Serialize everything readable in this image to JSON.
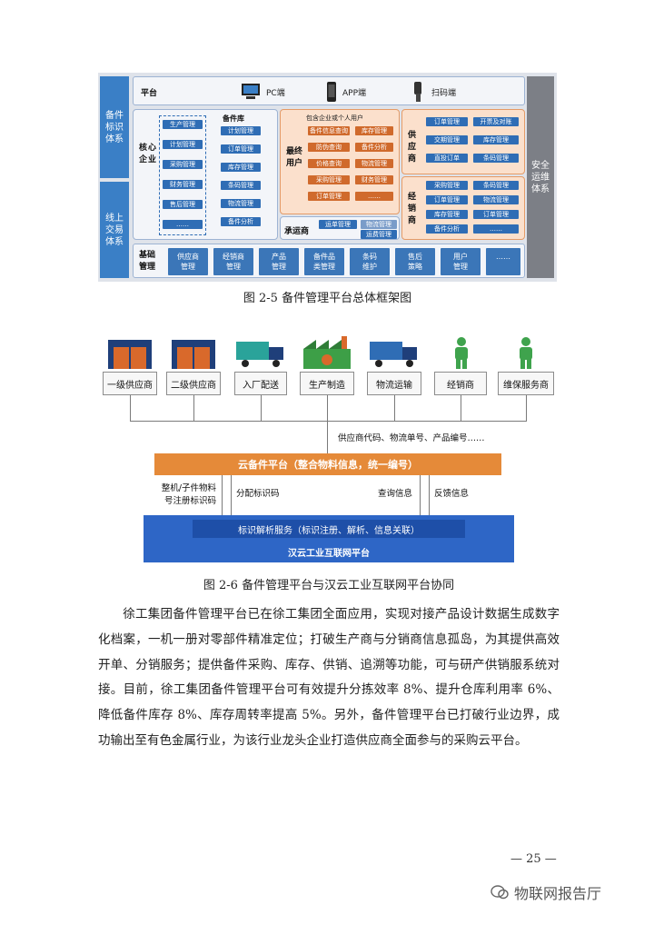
{
  "figure1": {
    "left_top_label": "备件\n标识\n体系",
    "left_bottom_label": "线上\n交易\n体系",
    "right_label": "安全\n运维\n体系",
    "platform": {
      "label": "平台",
      "pc": "PC端",
      "app": "APP端",
      "scan": "扫码端"
    },
    "core": {
      "title": "核心\n企业",
      "col1": [
        "生产管理",
        "计划管理",
        "采购管理",
        "财务管理",
        "售后管理",
        "……"
      ],
      "parts_title": "备件库",
      "col2": [
        "计划管理",
        "订单管理",
        "库存管理",
        "条码管理",
        "物流管理",
        "备件分析"
      ]
    },
    "enduser": {
      "subtitle": "包含企业或个人用户",
      "title": "最终\n用户",
      "items": [
        "备件信息查询",
        "库存管理",
        "防伪查询",
        "备件分析",
        "价格查询",
        "物流管理",
        "采购管理",
        "财务管理",
        "订单管理",
        "……"
      ]
    },
    "carrier": {
      "title": "承运商",
      "items": [
        "运单管理",
        "物流管理",
        "运费管理"
      ]
    },
    "supplier": {
      "title": "供应商",
      "items": [
        "订单管理",
        "开票及对账",
        "交期管理",
        "库存管理",
        "直投订单",
        "条码管理"
      ]
    },
    "dealer": {
      "title": "经销商",
      "items": [
        "采购管理",
        "条码管理",
        "订单管理",
        "物流管理",
        "库存管理",
        "订单管理",
        "备件分析",
        "……"
      ]
    },
    "base": {
      "title": "基础\n管理",
      "items": [
        "供应商\n管理",
        "经销商\n管理",
        "产品\n管理",
        "备件品\n类管理",
        "条码\n维护",
        "售后\n策略",
        "用户\n管理",
        "……"
      ]
    },
    "caption": "图 2-5  备件管理平台总体框架图"
  },
  "figure2": {
    "nodes": [
      "一级供应商",
      "二级供应商",
      "入厂配送",
      "生产制造",
      "物流运输",
      "经销商",
      "维保服务商"
    ],
    "codes_label": "供应商代码、物流单号、产品编号……",
    "cloud_bar": "云备件平台（整合物料信息，统一编号）",
    "left_label": "整机/子件物料\n号注册标识码",
    "assign_label": "分配标识码",
    "query_label": "查询信息",
    "feedback_label": "反馈信息",
    "resolve_service": "标识解析服务（标识注册、解析、信息关联）",
    "platform_name": "汉云工业互联网平台",
    "caption": "图 2-6  备件管理平台与汉云工业互联网平台协同"
  },
  "paragraph": "徐工集团备件管理平台已在徐工集团全面应用，实现对接产品设计数据生成数字化档案，一机一册对零部件精准定位；打破生产商与分销商信息孤岛，为其提供高效开单、分销服务；提供备件采购、库存、供销、追溯等功能，可与研产供销服系统对接。目前，徐工集团备件管理平台可有效提升分拣效率 8%、提升仓库利用率 6%、降低备件库存 8%、库存周转率提高 5%。另外，备件管理平台已打破行业边界，成功输出至有色金属行业，为该行业龙头企业打造供应商全面参与的采购云平台。",
  "page_number": "— 25 —",
  "watermark": "物联网报告厅",
  "colors": {
    "blue": "#2f6db5",
    "orange": "#e58a39",
    "platform_blue": "#2e66c6",
    "teal": "#26a69a",
    "green": "#3fa34d"
  }
}
